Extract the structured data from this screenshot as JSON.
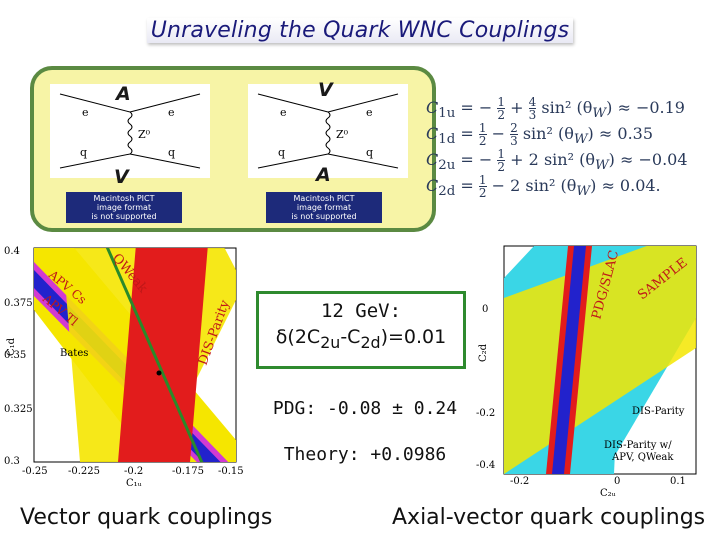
{
  "title": "Unraveling the Quark WNC Couplings",
  "diagrams": {
    "left": {
      "top_label": "A",
      "bottom_label": "V",
      "e_left": "e",
      "e_right": "e",
      "boson": "Z⁰",
      "q_left": "q",
      "q_right": "q",
      "pict_text": [
        "Macintosh PICT",
        "image format",
        "is not supported"
      ]
    },
    "right": {
      "top_label": "V",
      "bottom_label": "A",
      "e_left": "e",
      "e_right": "e",
      "boson": "Z⁰",
      "q_left": "q",
      "q_right": "q",
      "pict_text": [
        "Macintosh PICT",
        "image format",
        "is not supported"
      ]
    }
  },
  "equations": [
    {
      "lhs": "C",
      "sub": "1u",
      "sign": "= −",
      "fnum": "1",
      "fden": "2",
      "op": "+",
      "cnum": "4",
      "cden": "3",
      "term": "sin² (θ",
      "w": "W",
      "close": ")",
      "approx": "≈ −0.19"
    },
    {
      "lhs": "C",
      "sub": "1d",
      "sign": "=",
      "fnum": "1",
      "fden": "2",
      "op": "−",
      "cnum": "2",
      "cden": "3",
      "term": "sin² (θ",
      "w": "W",
      "close": ")",
      "approx": "≈ 0.35"
    },
    {
      "lhs": "C",
      "sub": "2u",
      "sign": "= −",
      "fnum": "1",
      "fden": "2",
      "op": "+",
      "cnum": "",
      "cden": "",
      "coef": "2",
      "term": "sin² (θ",
      "w": "W",
      "close": ")",
      "approx": "≈ −0.04"
    },
    {
      "lhs": "C",
      "sub": "2d",
      "sign": "=",
      "fnum": "1",
      "fden": "2",
      "op": "−",
      "cnum": "",
      "cden": "",
      "coef": "2",
      "term": "sin² (θ",
      "w": "W",
      "close": ")",
      "approx": "≈ 0.04."
    }
  ],
  "box": {
    "line1": "12 GeV:",
    "line2_pre": "δ(2C",
    "sub1": "2u",
    "line2_mid": "-C",
    "sub2": "2d",
    "line2_post": ")=0.01"
  },
  "pdg": "PDG: -0.08 ± 0.24",
  "theory": "Theory: +0.0986",
  "caption_left": "Vector quark couplings",
  "caption_right": "Axial-vector quark couplings",
  "left_plot": {
    "xlabel": "C₁ᵤ",
    "ylabel": "C₁d",
    "x_ticks": [
      "-0.25",
      "-0.225",
      "-0.2",
      "-0.175",
      "-0.15"
    ],
    "y_ticks": [
      "0.4",
      "0.375",
      "0.35",
      "0.325",
      "0.3"
    ],
    "labels": {
      "qweak": "QWeak",
      "apv_cs": "APV Cs",
      "apv_tl": "APV Tl",
      "bates": "Bates",
      "dis_parity": "DIS-Parity"
    },
    "colors": {
      "yellow": "#f5e600",
      "red": "#e21c1c",
      "blue": "#2222cc",
      "magenta": "#d23ad2",
      "green": "#2a8a2a"
    }
  },
  "right_plot": {
    "xlabel": "C₂ᵤ",
    "ylabel": "C₂d",
    "x_ticks": [
      "-0.2",
      "0",
      "0.1"
    ],
    "y_ticks": [
      "0",
      "-0.2",
      "-0.4"
    ],
    "labels": {
      "pdg_slac": "PDG/SLAC",
      "sample": "SAMPLE",
      "dis_parity": "DIS-Parity",
      "dis_parity_w": "DIS-Parity w/",
      "apv_qweak": "APV, QWeak"
    },
    "colors": {
      "cyan": "#3ad6e6",
      "yellow": "#f5e600",
      "red": "#e21c1c",
      "blue": "#2222cc"
    }
  }
}
